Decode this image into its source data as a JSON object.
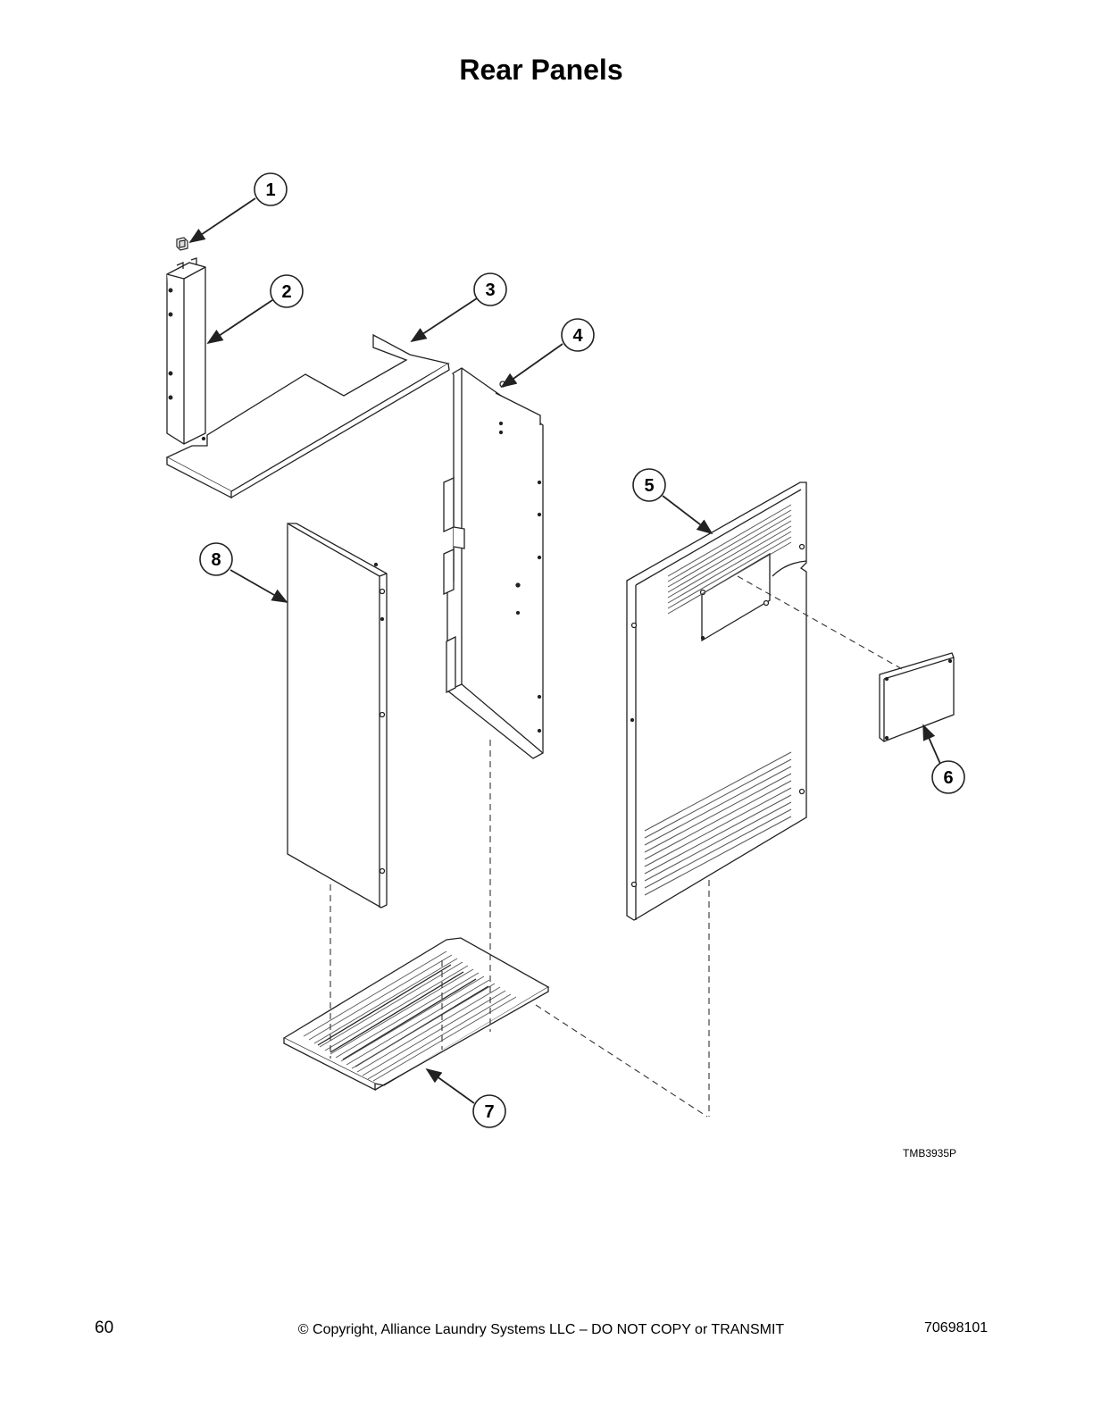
{
  "page": {
    "title": "Rear Panels",
    "figure_code": "TMB3935P",
    "page_number": "60",
    "copyright": "© Copyright, Alliance Laundry Systems LLC – DO NOT COPY or TRANSMIT",
    "document_number": "70698101"
  },
  "callouts": [
    {
      "number": "1"
    },
    {
      "number": "2"
    },
    {
      "number": "3"
    },
    {
      "number": "4"
    },
    {
      "number": "5"
    },
    {
      "number": "6"
    },
    {
      "number": "7"
    },
    {
      "number": "8"
    }
  ],
  "colors": {
    "line": "#222222",
    "panel_fill": "#ffffff",
    "vent": "#555555"
  }
}
